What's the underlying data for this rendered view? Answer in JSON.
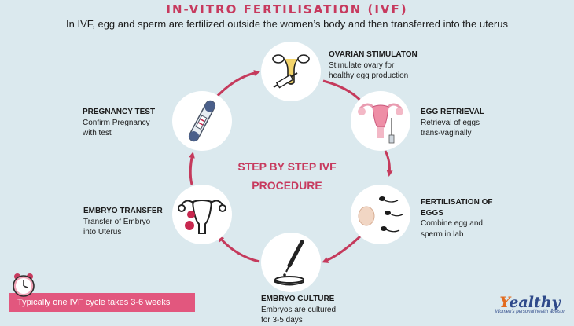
{
  "header": {
    "title": "IN-VITRO FERTILISATION (IVF)",
    "subtitle": "In IVF, egg and sperm are fertilized outside the women’s body and then transferred into the uterus"
  },
  "center_label": [
    "STEP BY STEP IVF",
    "PROCEDURE"
  ],
  "steps": [
    {
      "heading": "OVARIAN STIMULATON",
      "lines": [
        "Stimulate ovary for",
        "healthy egg production"
      ],
      "icon": "ovary-syringe-icon"
    },
    {
      "heading": "EGG RETRIEVAL",
      "lines": [
        "Retrieval of eggs",
        "trans-vaginally"
      ],
      "icon": "uterus-needle-icon"
    },
    {
      "heading": "FERTILISATION OF",
      "heading2": "EGGS",
      "lines": [
        "Combine egg and",
        "sperm in lab"
      ],
      "icon": "egg-sperm-icon"
    },
    {
      "heading": "EMBRYO CULTURE",
      "lines": [
        "Embryos are cultured",
        "for  3-5 days"
      ],
      "icon": "dropper-dish-icon"
    },
    {
      "heading": "EMBRYO TRANSFER",
      "lines": [
        "Transfer of Embryo",
        "into Uterus"
      ],
      "icon": "uterus-embryo-icon"
    },
    {
      "heading": "PREGNANCY TEST",
      "lines": [
        "Confirm Pregnancy",
        "with test"
      ],
      "icon": "pregnancy-test-icon"
    }
  ],
  "footer_note": "Typically one IVF cycle takes 3-6 weeks",
  "logo": {
    "brand_first": "Y",
    "brand_rest": "ealthy",
    "tagline": "Women's personal health advisor"
  },
  "colors": {
    "accent": "#c73a5e",
    "arrow": "#c53a5c",
    "background": "#dbe9ee",
    "note_bg": "#e2577e"
  }
}
